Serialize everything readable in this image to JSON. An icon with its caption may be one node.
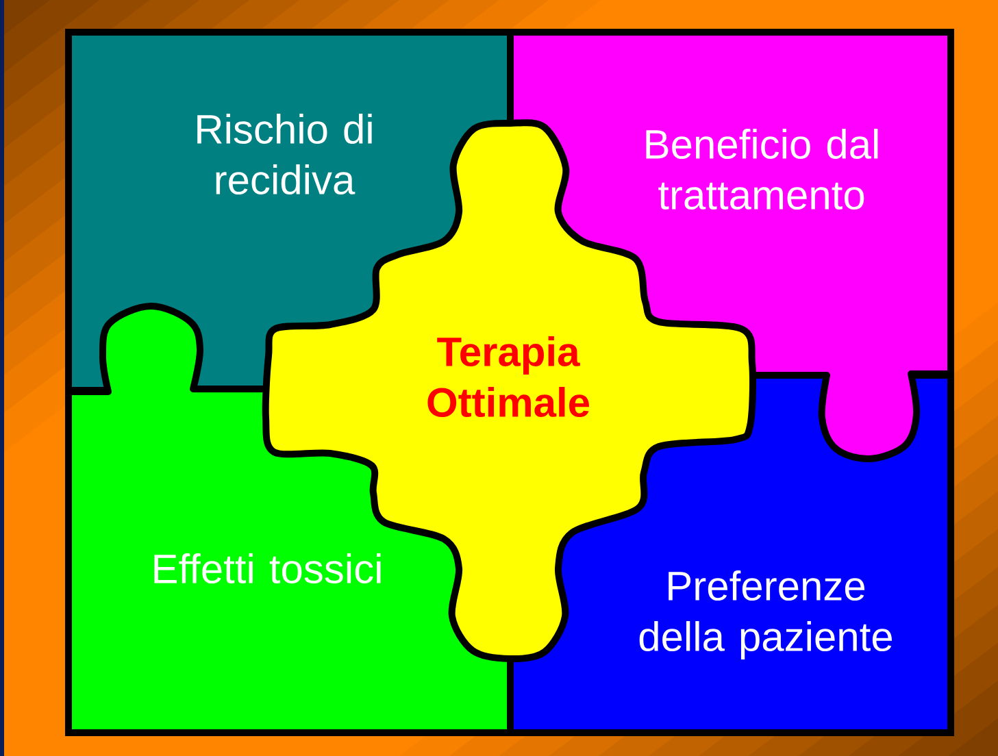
{
  "diagram": {
    "nodes": [
      {
        "text": [
          "Rischio di recidiva"
        ]
      },
      {
        "text": [
          "Beneficio dal trattamento"
        ]
      },
      {
        "text": [
          "Terapia Ottimale"
        ]
      },
      {
        "text": [
          "Effetti tossici"
        ]
      },
      {
        "text": [
          "Preferenze della paziente"
        ]
      }
    ]
  }
}
